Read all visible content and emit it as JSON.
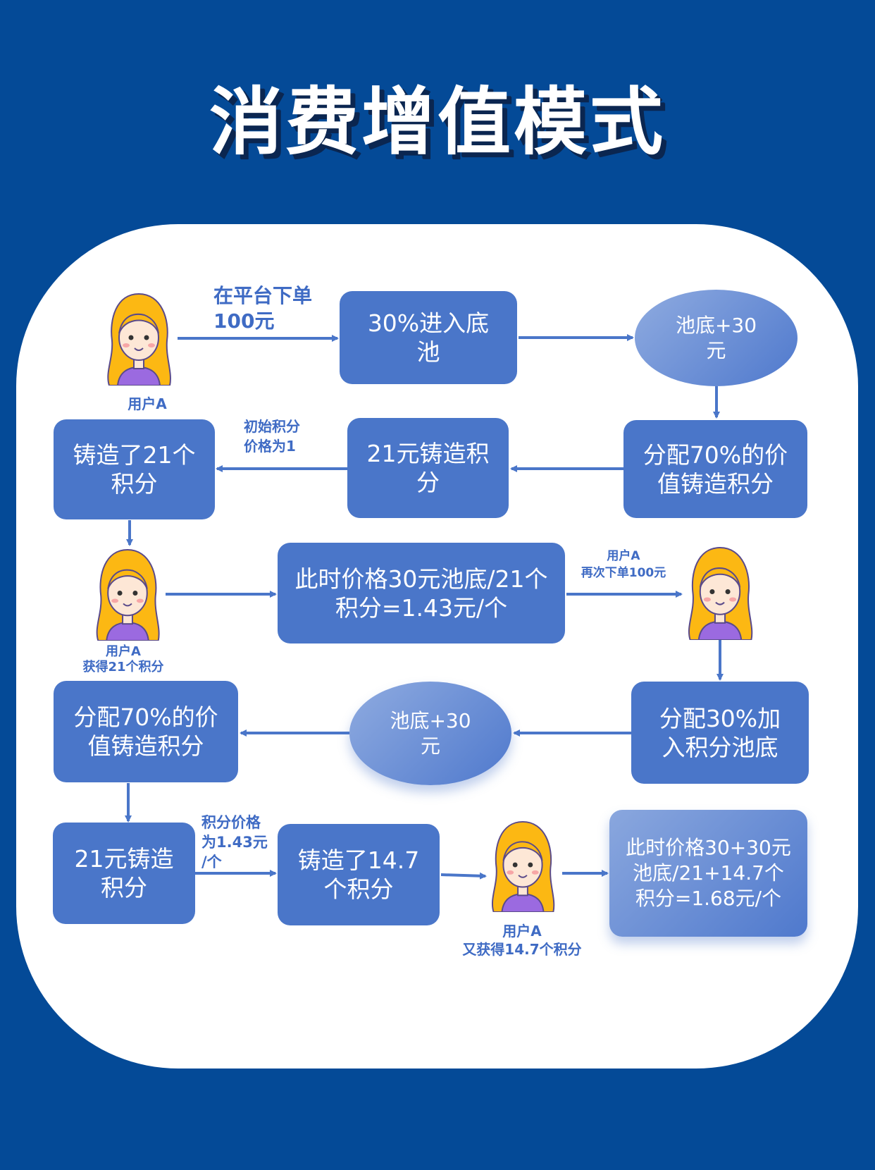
{
  "title": "消费增值模式",
  "colors": {
    "background": "#044a97",
    "box": "#4a76c9",
    "label": "#3f6bc4"
  },
  "nodes": {
    "pool_in": "30%进入底\n池",
    "pool_plus_1": "池底+30\n元",
    "distribute_70_1": "分配70%的价\n值铸造积分",
    "mint_21_1": "21元铸造积\n分",
    "minted_21": "铸造了21个\n积分",
    "price_1": "此时价格30元池底/21个\n积分=1.43元/个",
    "distribute_30": "分配30%加\n入积分池底",
    "pool_plus_2": "池底+30\n元",
    "distribute_70_2": "分配70%的价\n值铸造积分",
    "mint_21_2": "21元铸造\n积分",
    "minted_14_7": "铸造了14.7\n个积分",
    "price_2": "此时价格30+30元\n池底/21+14.7个\n积分=1.68元/个"
  },
  "labels": {
    "order_100": "在平台下单\n100元",
    "user_a_1": "用户A",
    "initial_price": "初始积分\n价格为1",
    "user_a_2": "用户A\n获得21个积分",
    "reorder": "用户A\n再次下单100元",
    "price_143": "积分价格\n为1.43元\n/个",
    "user_a_4": "用户A\n又获得14.7个积分"
  }
}
